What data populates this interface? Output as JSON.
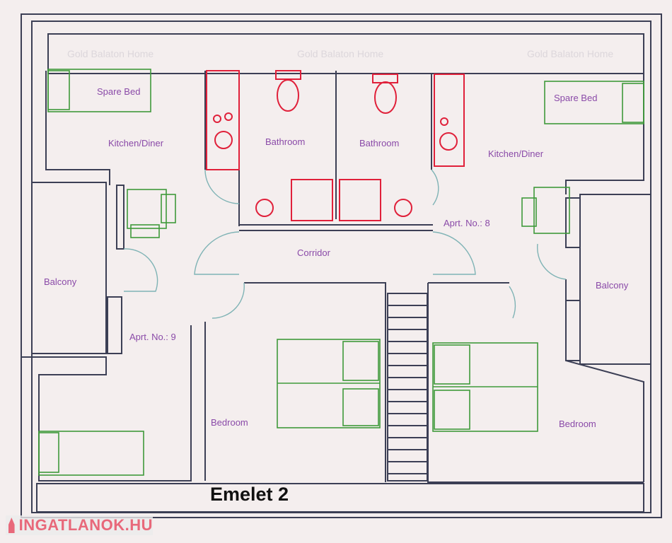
{
  "plan": {
    "title": "Emelet 2",
    "watermark": "Gold Balaton Home",
    "logo": "INGATLANOK.HU",
    "rooms": {
      "spare_bed_left": "Spare Bed",
      "spare_bed_right": "Spare Bed",
      "kitchen_left": "Kitchen/Diner",
      "kitchen_right": "Kitchen/Diner",
      "bathroom_left": "Bathroom",
      "bathroom_right": "Bathroom",
      "corridor": "Corridor",
      "apartment_8": "Aprt. No.: 8",
      "apartment_9": "Aprt. No.: 9",
      "balcony_left": "Balcony",
      "balcony_right": "Balcony",
      "bedroom_left": "Bedroom",
      "bedroom_right": "Bedroom"
    },
    "colors": {
      "walls": "#3c3f55",
      "furniture": "#3f9a3a",
      "sanitary": "#e0203a",
      "labels": "#8a4aa8",
      "doors": "#7fb3b5"
    }
  }
}
